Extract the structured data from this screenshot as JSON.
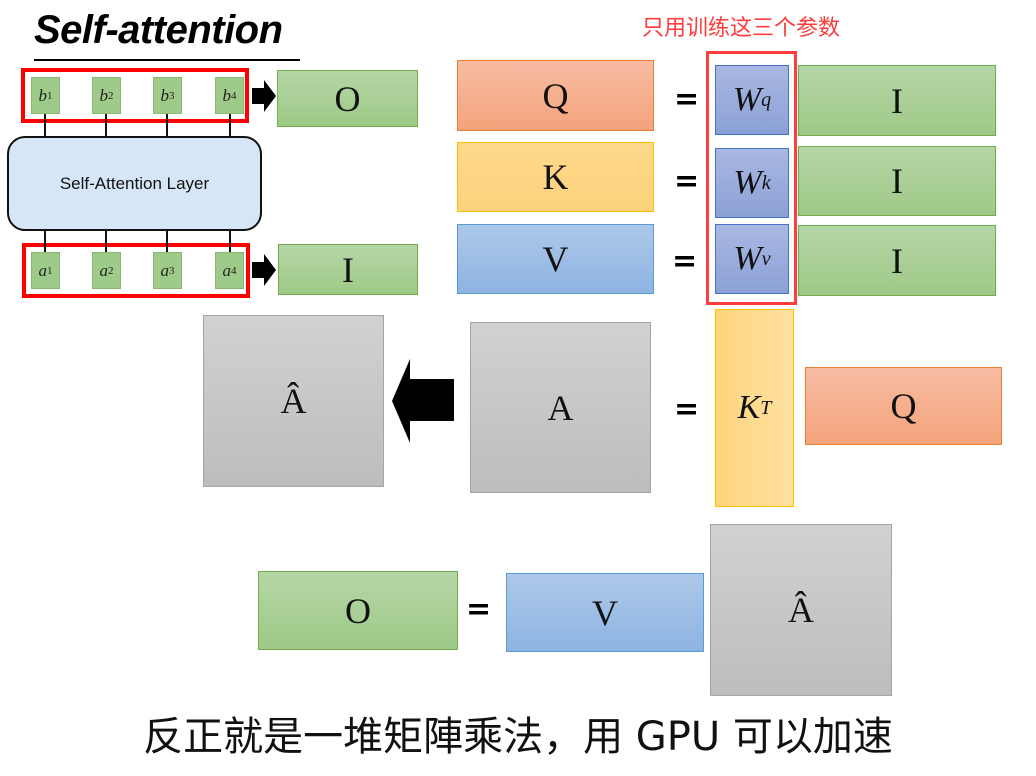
{
  "title": "Self-attention",
  "note": "只用训练这三个参数",
  "layer_label": "Self-Attention Layer",
  "outputs": [
    {
      "base": "b",
      "sup": "1"
    },
    {
      "base": "b",
      "sup": "2"
    },
    {
      "base": "b",
      "sup": "3"
    },
    {
      "base": "b",
      "sup": "4"
    }
  ],
  "inputs": [
    {
      "base": "a",
      "sup": "1"
    },
    {
      "base": "a",
      "sup": "2"
    },
    {
      "base": "a",
      "sup": "3"
    },
    {
      "base": "a",
      "sup": "4"
    }
  ],
  "output_matrix_label": "O",
  "input_matrix_label": "I",
  "equations": {
    "q": {
      "lhs": "Q",
      "eq": "=",
      "w_base": "W",
      "w_sup": "q",
      "rhs": "I"
    },
    "k": {
      "lhs": "K",
      "eq": "=",
      "w_base": "W",
      "w_sup": "k",
      "rhs": "I"
    },
    "v": {
      "lhs": "V",
      "eq": "=",
      "w_base": "W",
      "w_sup": "v",
      "rhs": "I"
    },
    "attention": {
      "a_hat": "Â",
      "a": "A",
      "eq": "=",
      "kt_base": "K",
      "kt_sup": "T",
      "q": "Q"
    },
    "output": {
      "o": "O",
      "eq": "=",
      "v": "V",
      "a_hat": "Â"
    }
  },
  "bottom_caption": "反正就是一堆矩陣乘法，用 GPU 可以加速",
  "colors": {
    "green": "#9ec987",
    "orange": "#f4a37b",
    "yellow": "#fdd27c",
    "blue": "#8eb4e3",
    "weight_blue": "#8ba1d6",
    "gray": "#c7c7c7",
    "highlight_red": "#ff3b3b"
  }
}
